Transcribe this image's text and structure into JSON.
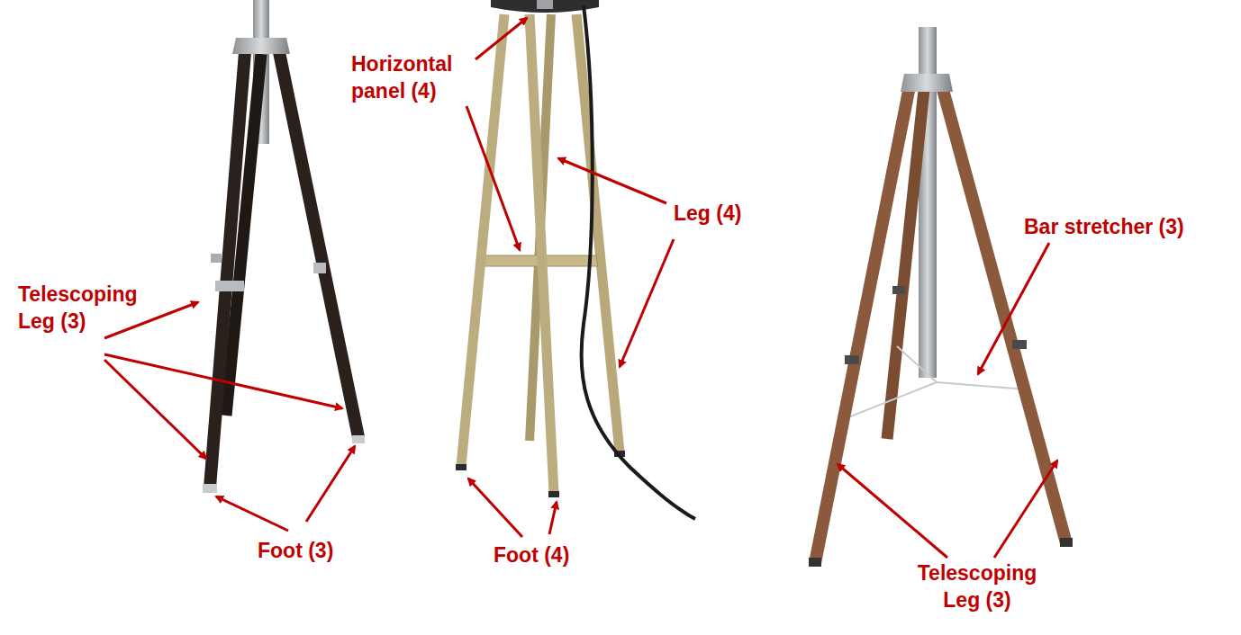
{
  "diagram": {
    "labels": [
      "Horizontal panel (4)",
      "Leg (4)",
      "Telescoping Leg (3)",
      "Foot (3)",
      "Foot (4)",
      "Bar stretcher (3)",
      "Telescoping Leg (3)"
    ]
  }
}
